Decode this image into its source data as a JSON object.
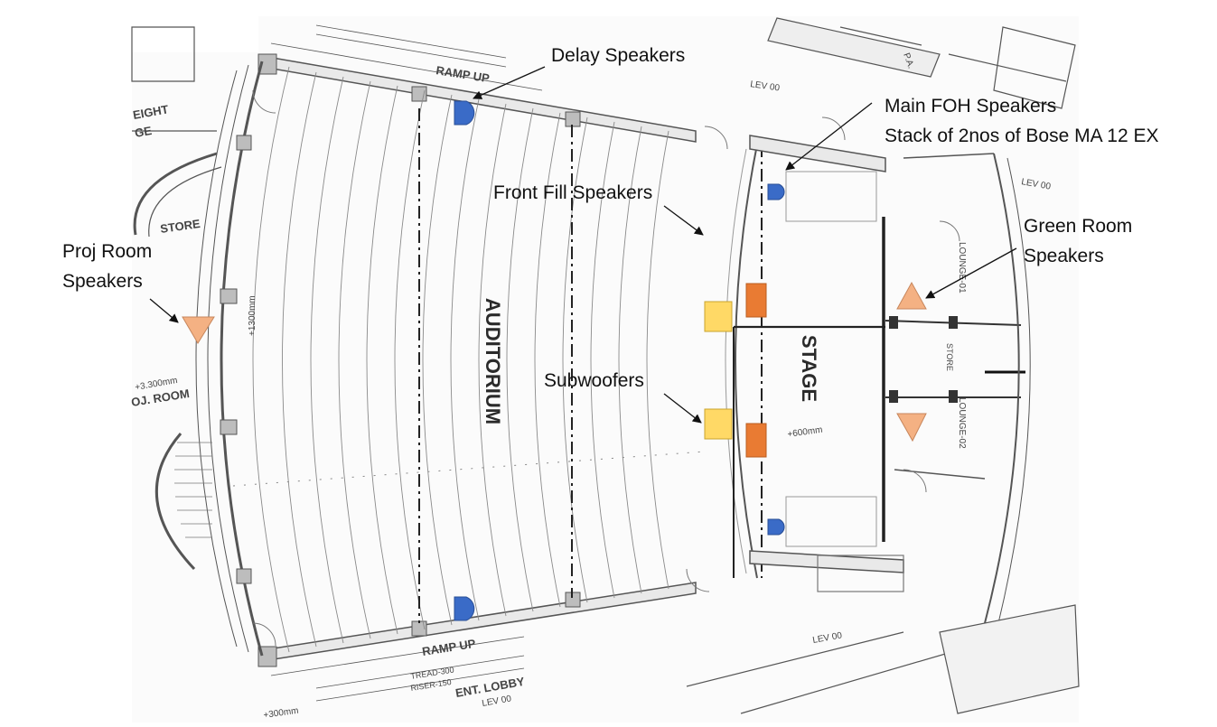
{
  "callouts": {
    "delay": "Delay Speakers",
    "main_foh_line1": "Main FOH Speakers",
    "main_foh_line2": "Stack of 2nos of Bose MA 12 EX",
    "front_fill": "Front Fill Speakers",
    "green_room_line1": "Green Room",
    "green_room_line2": "Speakers",
    "proj_room_line1": "Proj Room",
    "proj_room_line2": "Speakers",
    "subwoofers": "Subwoofers"
  },
  "plan_labels": {
    "auditorium": "AUDITORIUM",
    "stage": "STAGE",
    "ramp_up_top": "RAMP UP",
    "ramp_up_bottom": "RAMP UP",
    "proj_room": "OJ. ROOM",
    "store": "STORE",
    "ent_lobby": "ENT. LOBBY",
    "lounge_01": "LOUNGE-01",
    "lounge_02": "LOUNGE-02",
    "store_right": "STORE",
    "eight": "EIGHT",
    "ge": "GE",
    "level_1": "+3.300mm",
    "level_2": "+1300mm",
    "level_3": "+600mm",
    "level_4": "LEV 00",
    "level_5": "LEV 00",
    "level_6": "LEV 00",
    "level_7": "LEV 00",
    "level_8": "+300mm",
    "tread": "TREAD-300",
    "riser": "RISER-150",
    "pa": "P.A."
  },
  "colors": {
    "delay_speaker": "#3a6bc7",
    "front_fill": "#e97b33",
    "subwoofer": "#ffd966",
    "room_speaker": "#f4b183",
    "arrow": "#111111",
    "plan_line": "#555555"
  },
  "icons": {
    "delay_speaker": "half-circle-speaker-icon",
    "front_fill": "rectangle-speaker-icon",
    "subwoofer": "square-subwoofer-icon",
    "room_speaker": "triangle-speaker-icon"
  }
}
